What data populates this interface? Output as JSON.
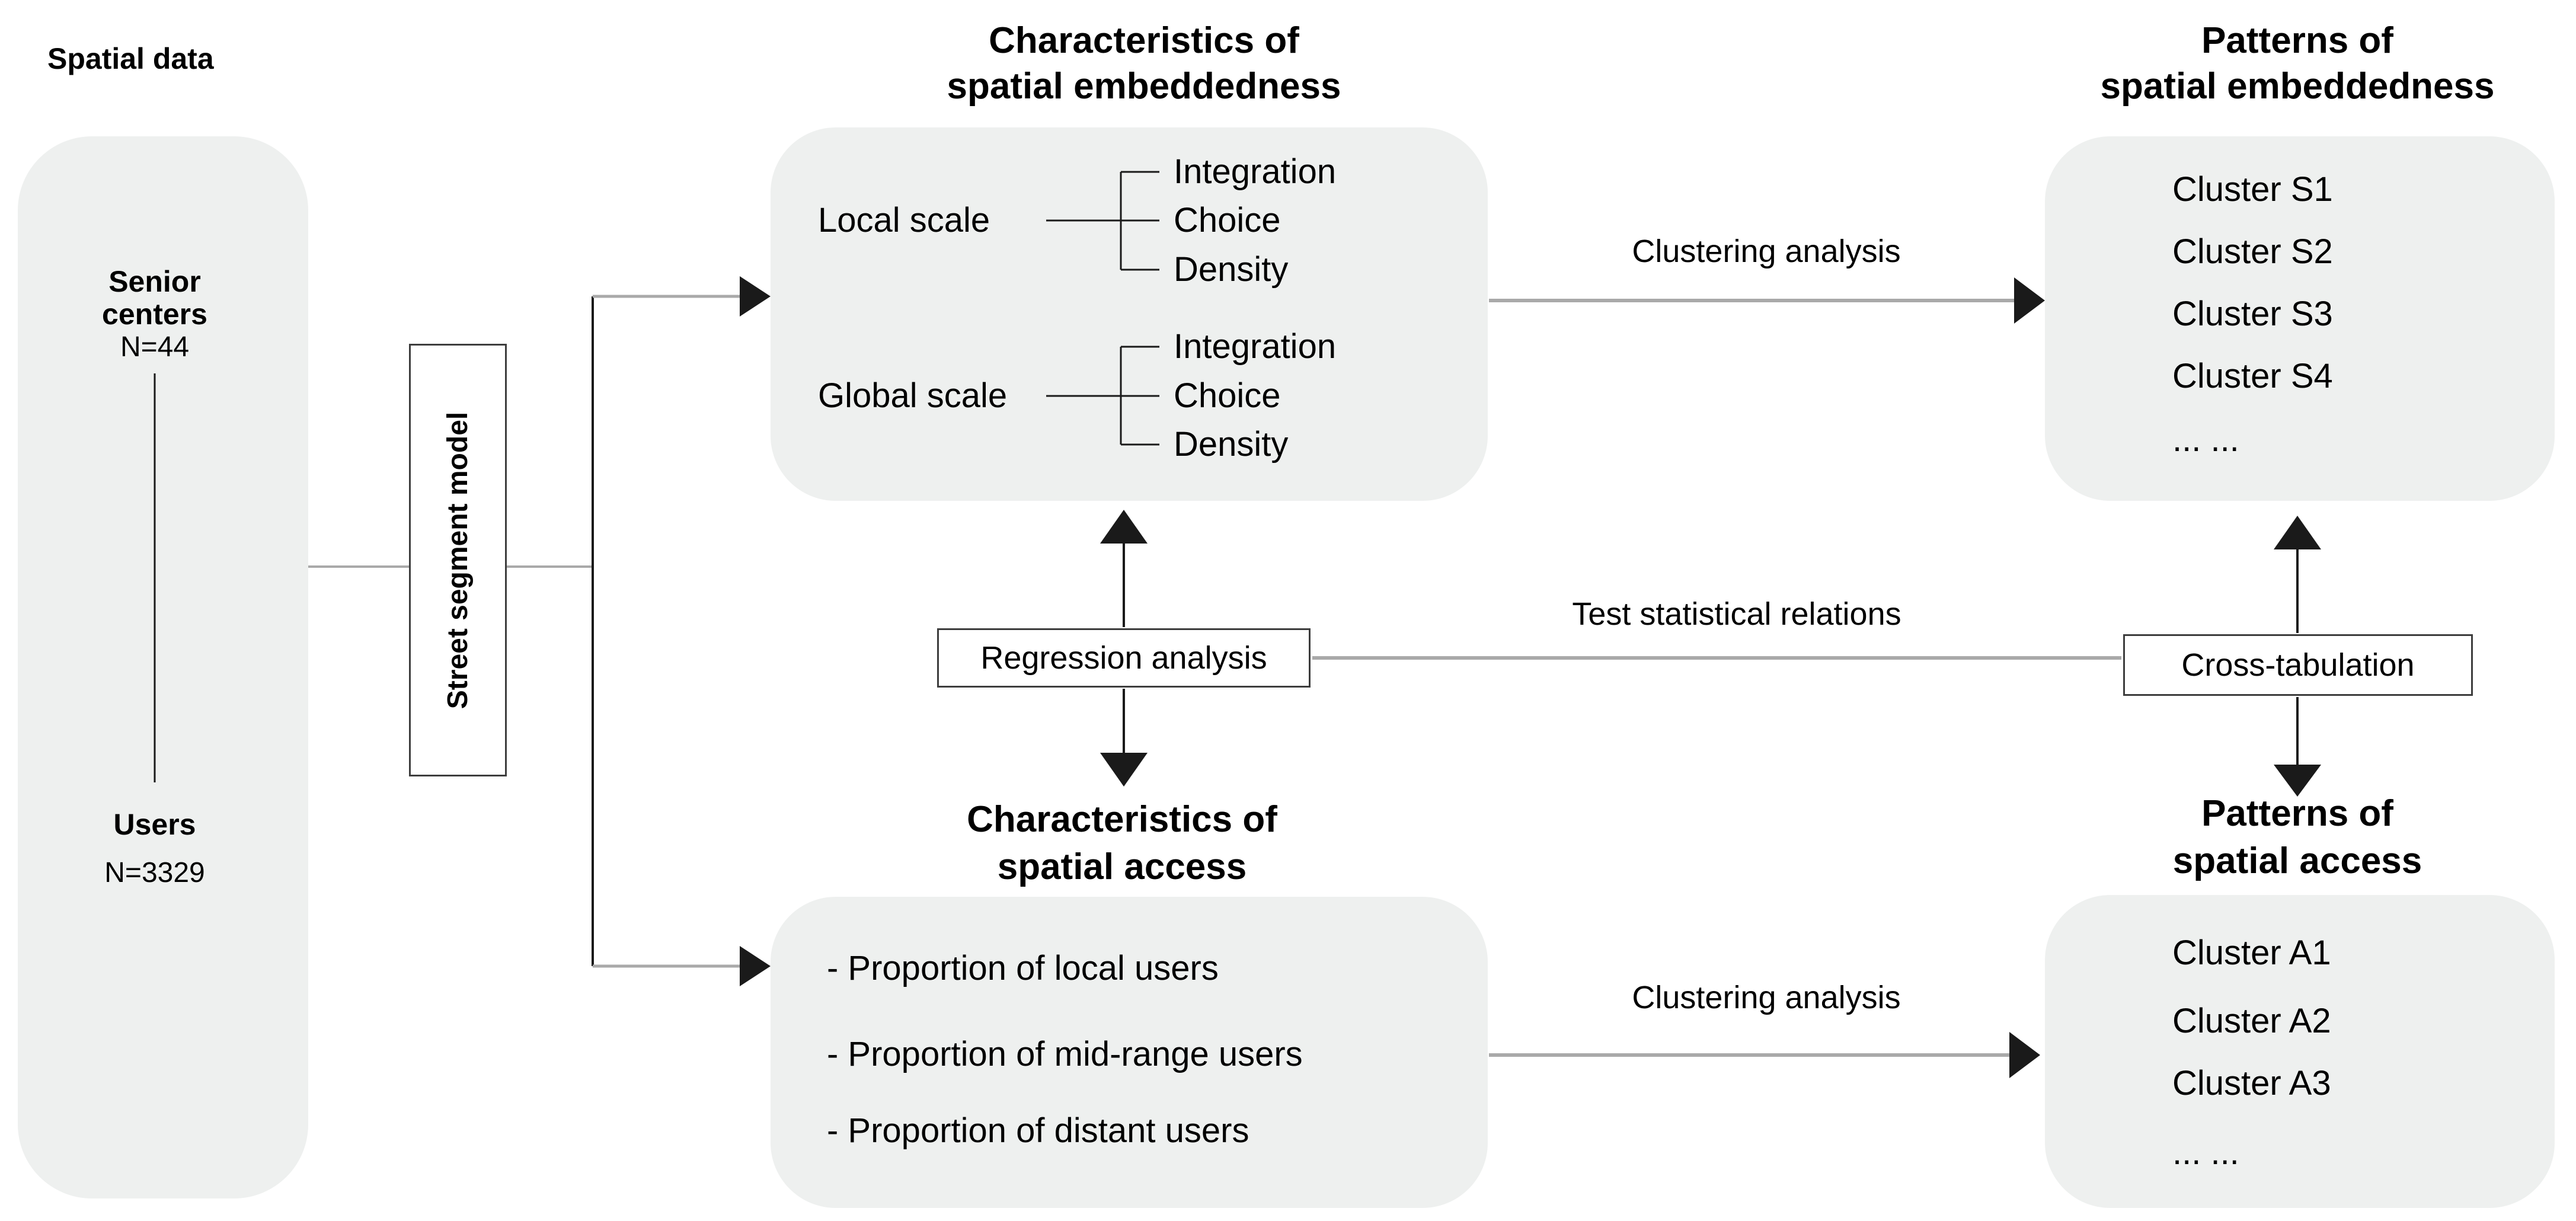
{
  "left": {
    "title": "Spatial data",
    "senior_line1": "Senior",
    "senior_line2": "centers",
    "senior_n": "N=44",
    "users": "Users",
    "users_n": "N=3329"
  },
  "street_box_label": "Street segment model",
  "embed": {
    "title_line1": "Characteristics of",
    "title_line2": "spatial embeddedness",
    "groups": [
      {
        "label": "Local scale",
        "items": [
          "Integration",
          "Choice",
          "Density"
        ]
      },
      {
        "label": "Global scale",
        "items": [
          "Integration",
          "Choice",
          "Density"
        ]
      }
    ]
  },
  "access": {
    "title_line1": "Characteristics of",
    "title_line2": "spatial access",
    "items": [
      "- Proportion of local users",
      "- Proportion of mid-range users",
      "- Proportion of distant users"
    ]
  },
  "patterns_embed": {
    "title_line1": "Patterns of",
    "title_line2": "spatial embeddedness",
    "items": [
      "Cluster S1",
      "Cluster S2",
      "Cluster S3",
      "Cluster S4",
      "... ..."
    ]
  },
  "patterns_access": {
    "title_line1": "Patterns of",
    "title_line2": "spatial access",
    "items": [
      "Cluster A1",
      "Cluster A2",
      "Cluster A3",
      "... ..."
    ]
  },
  "labels": {
    "clustering_top": "Clustering analysis",
    "clustering_bottom": "Clustering analysis",
    "test_relations": "Test statistical relations",
    "regression": "Regression analysis",
    "crosstab": "Cross-tabulation"
  },
  "colors": {
    "box_fill": "#eef0ef",
    "line_gray": "#a9a9a9",
    "ink": "#1a1a1a"
  }
}
